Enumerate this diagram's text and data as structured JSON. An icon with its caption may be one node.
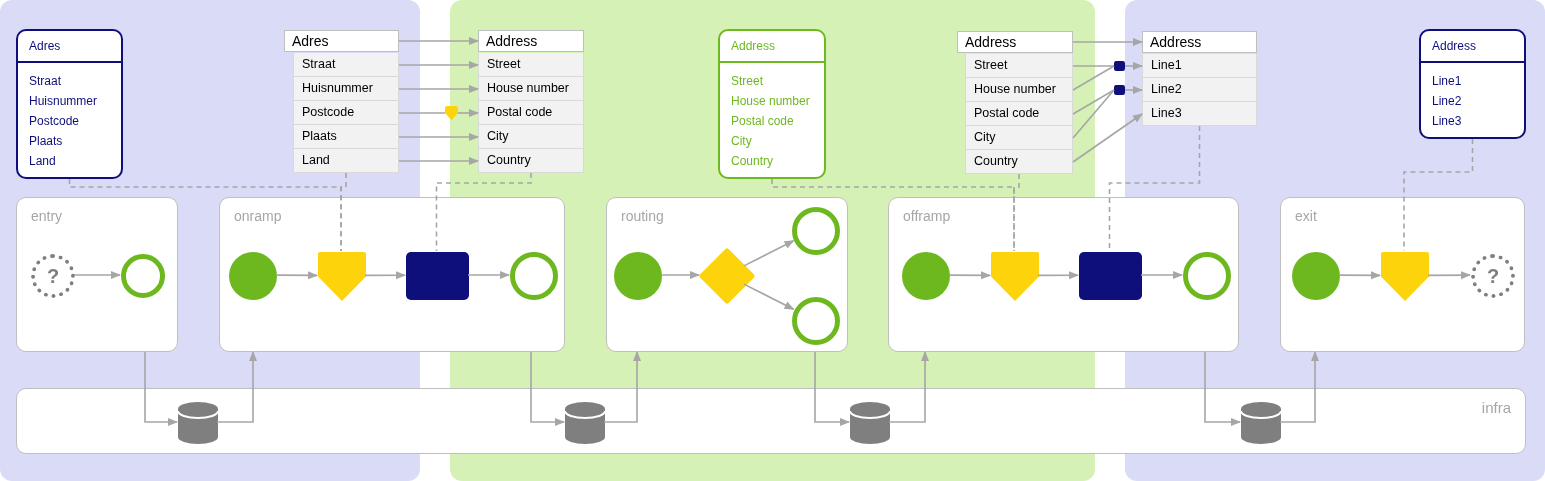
{
  "diagram": {
    "nodes": [
      {
        "text": [
          "Adres",
          "Straat",
          "Huisnummer",
          "Postcode",
          "Plaats",
          "Land"
        ]
      },
      {
        "text": [
          "Adres"
        ]
      },
      {
        "text": [
          "Straat"
        ]
      },
      {
        "text": [
          "Huisnummer"
        ]
      },
      {
        "text": [
          "Postcode"
        ]
      },
      {
        "text": [
          "Plaats"
        ]
      },
      {
        "text": [
          "Land"
        ]
      },
      {
        "text": [
          "Address"
        ]
      },
      {
        "text": [
          "Street"
        ]
      },
      {
        "text": [
          "House number"
        ]
      },
      {
        "text": [
          "Postal code"
        ]
      },
      {
        "text": [
          "City"
        ]
      },
      {
        "text": [
          "Country"
        ]
      },
      {
        "text": [],
        "shape": "pentagon"
      },
      {
        "text": [
          "Address",
          "Street",
          "House number",
          "Postal code",
          "City",
          "Country"
        ]
      },
      {
        "text": [
          "Address"
        ]
      },
      {
        "text": [
          "Street"
        ]
      },
      {
        "text": [
          "House number"
        ]
      },
      {
        "text": [
          "Postal code"
        ]
      },
      {
        "text": [
          "City"
        ]
      },
      {
        "text": [
          "Country"
        ]
      },
      {
        "text": [
          "Address"
        ]
      },
      {
        "text": [
          "Line1"
        ]
      },
      {
        "text": [
          "Line2"
        ]
      },
      {
        "text": [
          "Line3"
        ]
      },
      {
        "text": [],
        "shape": "box"
      },
      {
        "text": [],
        "shape": "box"
      },
      {
        "text": [
          "Address",
          "Line1",
          "Line2",
          "Line3"
        ]
      },
      {
        "text": [
          "entry"
        ]
      },
      {
        "text": [
          "?"
        ],
        "in": 28
      },
      {
        "text": [],
        "shape": "ring",
        "in": 28
      },
      {
        "text": [
          "onramp"
        ]
      },
      {
        "text": [],
        "shape": "circle",
        "in": 31
      },
      {
        "text": [],
        "shape": "pentagon",
        "in": 31
      },
      {
        "text": [],
        "shape": "box",
        "in": 31
      },
      {
        "text": [],
        "shape": "ring",
        "in": 31
      },
      {
        "text": [
          "routing"
        ]
      },
      {
        "text": [],
        "shape": "circle",
        "in": 36
      },
      {
        "text": [],
        "shape": "diamond",
        "in": 36
      },
      {
        "text": [],
        "shape": "ring",
        "in": 36
      },
      {
        "text": [],
        "shape": "ring",
        "in": 36
      },
      {
        "text": [
          "offramp"
        ]
      },
      {
        "text": [],
        "shape": "circle",
        "in": 41
      },
      {
        "text": [],
        "shape": "pentagon",
        "in": 41
      },
      {
        "text": [],
        "shape": "box",
        "in": 41
      },
      {
        "text": [],
        "shape": "ring",
        "in": 41
      },
      {
        "text": [
          "exit"
        ]
      },
      {
        "text": [],
        "shape": "circle",
        "in": 46
      },
      {
        "text": [],
        "shape": "pentagon",
        "in": 46
      },
      {
        "text": [
          "?"
        ],
        "in": 46
      },
      {
        "text": [
          "infra"
        ]
      },
      {
        "text": [],
        "shape": "cylinder",
        "in": 50
      },
      {
        "text": [],
        "shape": "cylinder",
        "in": 50
      },
      {
        "text": [],
        "shape": "cylinder",
        "in": 50
      },
      {
        "text": [],
        "shape": "cylinder",
        "in": 50
      }
    ],
    "edges": [
      {
        "from": 1,
        "to": 7,
        "arrow": "to"
      },
      {
        "from": 2,
        "to": 8,
        "arrow": "to"
      },
      {
        "from": 3,
        "to": 9,
        "arrow": "to"
      },
      {
        "from": 4,
        "to": 13,
        "arrow": "none"
      },
      {
        "from": 13,
        "to": 10,
        "arrow": "to"
      },
      {
        "from": 5,
        "to": 11,
        "arrow": "to"
      },
      {
        "from": 6,
        "to": 12,
        "arrow": "to"
      },
      {
        "from": 15,
        "to": 21,
        "arrow": "to"
      },
      {
        "from": 16,
        "to": 25,
        "arrow": "none"
      },
      {
        "from": 17,
        "to": 25,
        "arrow": "none"
      },
      {
        "from": 25,
        "to": 22,
        "arrow": "to"
      },
      {
        "from": 18,
        "to": 26,
        "arrow": "none"
      },
      {
        "from": 19,
        "to": 26,
        "arrow": "none"
      },
      {
        "from": 26,
        "to": 23,
        "arrow": "to"
      },
      {
        "from": 20,
        "to": 24,
        "arrow": "to"
      },
      {
        "from": 0,
        "to": 33,
        "arrow": "none",
        "style": "dashed"
      },
      {
        "from": 6,
        "to": 33,
        "arrow": "none",
        "style": "dashed"
      },
      {
        "from": 12,
        "to": 34,
        "arrow": "none",
        "style": "dashed"
      },
      {
        "from": 14,
        "to": 43,
        "arrow": "none",
        "style": "dashed"
      },
      {
        "from": 20,
        "to": 43,
        "arrow": "none",
        "style": "dashed"
      },
      {
        "from": 24,
        "to": 44,
        "arrow": "none",
        "style": "dashed"
      },
      {
        "from": 27,
        "to": 48,
        "arrow": "none",
        "style": "dashed"
      },
      {
        "from": 29,
        "to": 30,
        "arrow": "to"
      },
      {
        "from": 32,
        "to": 33,
        "arrow": "to"
      },
      {
        "from": 33,
        "to": 34,
        "arrow": "to"
      },
      {
        "from": 34,
        "to": 35,
        "arrow": "to"
      },
      {
        "from": 37,
        "to": 38,
        "arrow": "to"
      },
      {
        "from": 38,
        "to": 39,
        "arrow": "to"
      },
      {
        "from": 38,
        "to": 40,
        "arrow": "to"
      },
      {
        "from": 42,
        "to": 43,
        "arrow": "to"
      },
      {
        "from": 43,
        "to": 44,
        "arrow": "to"
      },
      {
        "from": 44,
        "to": 45,
        "arrow": "to"
      },
      {
        "from": 47,
        "to": 48,
        "arrow": "to"
      },
      {
        "from": 48,
        "to": 49,
        "arrow": "to"
      },
      {
        "from": 28,
        "to": 51,
        "arrow": "to"
      },
      {
        "from": 51,
        "to": 31,
        "arrow": "to"
      },
      {
        "from": 31,
        "to": 52,
        "arrow": "to"
      },
      {
        "from": 52,
        "to": 36,
        "arrow": "to"
      },
      {
        "from": 36,
        "to": 53,
        "arrow": "to"
      },
      {
        "from": 53,
        "to": 41,
        "arrow": "to"
      },
      {
        "from": 41,
        "to": 54,
        "arrow": "to"
      },
      {
        "from": 54,
        "to": 46,
        "arrow": "to"
      }
    ]
  }
}
